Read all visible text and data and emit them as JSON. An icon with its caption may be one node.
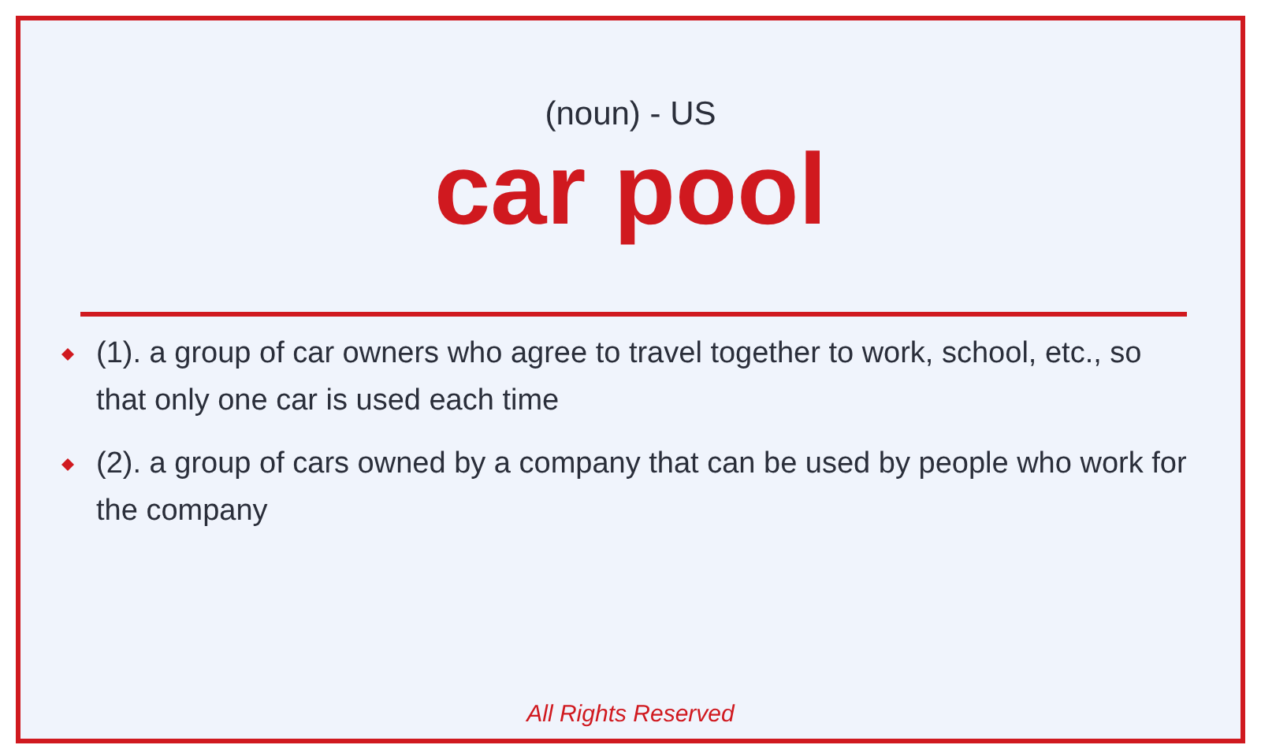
{
  "diagram": {
    "title": "car pool",
    "labels": [
      "(noun) - US",
      "(1). a group of car owners who agree to travel together to work, school, etc., so that only one car is used each time",
      "(2). a group of cars owned by a company that can be used by people who work for the company",
      "All Rights Reserved"
    ]
  }
}
